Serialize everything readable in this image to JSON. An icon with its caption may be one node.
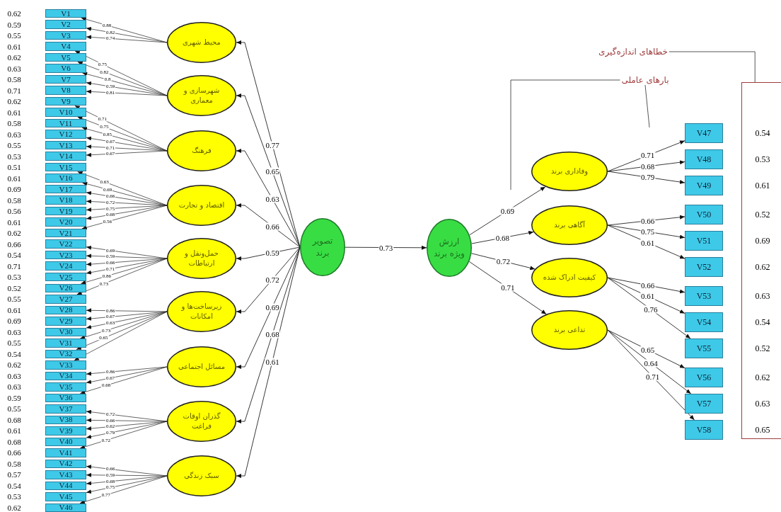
{
  "diagram": {
    "nodes": [
      {
        "text": [
          "V1"
        ]
      },
      {
        "text": [
          "V2"
        ]
      },
      {
        "text": [
          "V3"
        ]
      },
      {
        "text": [
          "V4"
        ]
      },
      {
        "text": [
          "V5"
        ]
      },
      {
        "text": [
          "V6"
        ]
      },
      {
        "text": [
          "V7"
        ]
      },
      {
        "text": [
          "V8"
        ]
      },
      {
        "text": [
          "V9"
        ]
      },
      {
        "text": [
          "V10"
        ]
      },
      {
        "text": [
          "V11"
        ]
      },
      {
        "text": [
          "V12"
        ]
      },
      {
        "text": [
          "V13"
        ]
      },
      {
        "text": [
          "V14"
        ]
      },
      {
        "text": [
          "V15"
        ]
      },
      {
        "text": [
          "V16"
        ]
      },
      {
        "text": [
          "V17"
        ]
      },
      {
        "text": [
          "V18"
        ]
      },
      {
        "text": [
          "V19"
        ]
      },
      {
        "text": [
          "V20"
        ]
      },
      {
        "text": [
          "V21"
        ]
      },
      {
        "text": [
          "V22"
        ]
      },
      {
        "text": [
          "V23"
        ]
      },
      {
        "text": [
          "V24"
        ]
      },
      {
        "text": [
          "V25"
        ]
      },
      {
        "text": [
          "V26"
        ]
      },
      {
        "text": [
          "V27"
        ]
      },
      {
        "text": [
          "V28"
        ]
      },
      {
        "text": [
          "V29"
        ]
      },
      {
        "text": [
          "V30"
        ]
      },
      {
        "text": [
          "V31"
        ]
      },
      {
        "text": [
          "V32"
        ]
      },
      {
        "text": [
          "V33"
        ]
      },
      {
        "text": [
          "V34"
        ]
      },
      {
        "text": [
          "V35"
        ]
      },
      {
        "text": [
          "V36"
        ]
      },
      {
        "text": [
          "V37"
        ]
      },
      {
        "text": [
          "V38"
        ]
      },
      {
        "text": [
          "V39"
        ]
      },
      {
        "text": [
          "V40"
        ]
      },
      {
        "text": [
          "V41"
        ]
      },
      {
        "text": [
          "V42"
        ]
      },
      {
        "text": [
          "V43"
        ]
      },
      {
        "text": [
          "V44"
        ]
      },
      {
        "text": [
          "V45"
        ]
      },
      {
        "text": [
          "V46"
        ]
      },
      {
        "text": [
          "محیط شهری"
        ]
      },
      {
        "text": [
          "شهرسازی و معماری"
        ]
      },
      {
        "text": [
          "فرهنگ"
        ]
      },
      {
        "text": [
          "اقتصاد و تجارت"
        ]
      },
      {
        "text": [
          "حمل‌ونقل و ارتباطات"
        ]
      },
      {
        "text": [
          "زیرساخت‌ها و امکانات"
        ]
      },
      {
        "text": [
          "مسائل اجتماعی"
        ]
      },
      {
        "text": [
          "گذران اوقات فراغت"
        ]
      },
      {
        "text": [
          "سبک زندگی"
        ]
      },
      {
        "text": [
          "تصویر برند"
        ]
      },
      {
        "text": [
          "ارزش ویژه برند"
        ]
      },
      {
        "text": [
          "وفاداری برند"
        ]
      },
      {
        "text": [
          "آگاهی برند"
        ]
      },
      {
        "text": [
          "کیفیت ادراک شده"
        ]
      },
      {
        "text": [
          "تداعی برند"
        ]
      },
      {
        "text": [
          "V47"
        ]
      },
      {
        "text": [
          "V48"
        ]
      },
      {
        "text": [
          "V49"
        ]
      },
      {
        "text": [
          "V50"
        ]
      },
      {
        "text": [
          "V51"
        ]
      },
      {
        "text": [
          "V52"
        ]
      },
      {
        "text": [
          "V53"
        ]
      },
      {
        "text": [
          "V54"
        ]
      },
      {
        "text": [
          "V55"
        ]
      },
      {
        "text": [
          "V56"
        ]
      },
      {
        "text": [
          "V57"
        ]
      },
      {
        "text": [
          "V58"
        ]
      },
      {
        "text": [
          "خطاهای اندازه‌گیری"
        ]
      },
      {
        "text": [
          "بارهای عاملی"
        ]
      },
      {
        "text": [],
        "shape": "box"
      }
    ],
    "edges": [
      {
        "from": 46,
        "to": 0,
        "arrow": "to",
        "label": "0.88"
      },
      {
        "from": 46,
        "to": 1,
        "arrow": "to",
        "label": "0.82"
      },
      {
        "from": 46,
        "to": 2,
        "arrow": "to",
        "label": "0.74"
      },
      {
        "from": 47,
        "to": 3,
        "arrow": "to",
        "label": "0.75"
      },
      {
        "from": 47,
        "to": 4,
        "arrow": "to",
        "label": "0.82"
      },
      {
        "from": 47,
        "to": 5,
        "arrow": "to",
        "label": "0.8"
      },
      {
        "from": 47,
        "to": 6,
        "arrow": "to",
        "label": "0.59"
      },
      {
        "from": 47,
        "to": 7,
        "arrow": "to",
        "label": "0.81"
      },
      {
        "from": 48,
        "to": 8,
        "arrow": "to",
        "label": "0.71"
      },
      {
        "from": 48,
        "to": 9,
        "arrow": "to",
        "label": "0.75"
      },
      {
        "from": 48,
        "to": 10,
        "arrow": "to",
        "label": "0.85"
      },
      {
        "from": 48,
        "to": 11,
        "arrow": "to",
        "label": "0.67"
      },
      {
        "from": 48,
        "to": 12,
        "arrow": "to",
        "label": "0.71"
      },
      {
        "from": 48,
        "to": 13,
        "arrow": "to",
        "label": "0.67"
      },
      {
        "from": 49,
        "to": 14,
        "arrow": "to",
        "label": "0.63"
      },
      {
        "from": 49,
        "to": 15,
        "arrow": "to",
        "label": "0.69"
      },
      {
        "from": 49,
        "to": 16,
        "arrow": "to",
        "label": "0.66"
      },
      {
        "from": 49,
        "to": 17,
        "arrow": "to",
        "label": "0.72"
      },
      {
        "from": 49,
        "to": 18,
        "arrow": "to",
        "label": "0.75"
      },
      {
        "from": 49,
        "to": 19,
        "arrow": "to",
        "label": "0.68"
      },
      {
        "from": 49,
        "to": 20,
        "arrow": "to",
        "label": "0.56"
      },
      {
        "from": 50,
        "to": 21,
        "arrow": "to",
        "label": "0.69"
      },
      {
        "from": 50,
        "to": 22,
        "arrow": "to",
        "label": "0.59"
      },
      {
        "from": 50,
        "to": 23,
        "arrow": "to",
        "label": "0.66"
      },
      {
        "from": 50,
        "to": 24,
        "arrow": "to",
        "label": "0.71"
      },
      {
        "from": 50,
        "to": 25,
        "arrow": "to",
        "label": "0.86"
      },
      {
        "from": 50,
        "to": 26,
        "arrow": "to",
        "label": "0.73"
      },
      {
        "from": 51,
        "to": 27,
        "arrow": "to",
        "label": "0.86"
      },
      {
        "from": 51,
        "to": 28,
        "arrow": "to",
        "label": "0.67"
      },
      {
        "from": 51,
        "to": 29,
        "arrow": "to",
        "label": "0.63"
      },
      {
        "from": 51,
        "to": 30,
        "arrow": "to",
        "label": "0.73"
      },
      {
        "from": 51,
        "to": 31,
        "arrow": "to",
        "label": "0.65"
      },
      {
        "from": 51,
        "to": 32,
        "arrow": "to"
      },
      {
        "from": 52,
        "to": 33,
        "arrow": "to",
        "label": "0.86"
      },
      {
        "from": 52,
        "to": 34,
        "arrow": "to",
        "label": "0.67"
      },
      {
        "from": 52,
        "to": 35,
        "arrow": "to",
        "label": "0.68"
      },
      {
        "from": 53,
        "to": 36,
        "arrow": "to",
        "label": "0.72"
      },
      {
        "from": 53,
        "to": 37,
        "arrow": "to",
        "label": "0.66"
      },
      {
        "from": 53,
        "to": 38,
        "arrow": "to",
        "label": "0.62"
      },
      {
        "from": 53,
        "to": 39,
        "arrow": "to",
        "label": "0.79"
      },
      {
        "from": 53,
        "to": 40,
        "arrow": "to",
        "label": "0.72"
      },
      {
        "from": 54,
        "to": 41,
        "arrow": "to",
        "label": "0.66"
      },
      {
        "from": 54,
        "to": 42,
        "arrow": "to",
        "label": "0.59"
      },
      {
        "from": 54,
        "to": 43,
        "arrow": "to",
        "label": "0.68"
      },
      {
        "from": 54,
        "to": 44,
        "arrow": "to",
        "label": "0.75"
      },
      {
        "from": 54,
        "to": 45,
        "arrow": "to",
        "label": "0.77"
      },
      {
        "from": 55,
        "to": 46,
        "arrow": "to",
        "label": "0.77"
      },
      {
        "from": 55,
        "to": 47,
        "arrow": "to",
        "label": "0.65"
      },
      {
        "from": 55,
        "to": 48,
        "arrow": "to",
        "label": "0.63"
      },
      {
        "from": 55,
        "to": 49,
        "arrow": "to",
        "label": "0.66"
      },
      {
        "from": 55,
        "to": 50,
        "arrow": "to",
        "label": "0.59"
      },
      {
        "from": 55,
        "to": 51,
        "arrow": "to",
        "label": "0.72"
      },
      {
        "from": 55,
        "to": 52,
        "arrow": "to",
        "label": "0.69"
      },
      {
        "from": 55,
        "to": 53,
        "arrow": "to",
        "label": "0.68"
      },
      {
        "from": 55,
        "to": 54,
        "arrow": "to",
        "label": "0.61"
      },
      {
        "from": 55,
        "to": 56,
        "arrow": "to",
        "label": "0.73"
      },
      {
        "from": 56,
        "to": 57,
        "arrow": "to",
        "label": "0.69"
      },
      {
        "from": 56,
        "to": 58,
        "arrow": "to",
        "label": "0.68"
      },
      {
        "from": 56,
        "to": 59,
        "arrow": "to",
        "label": "0.72"
      },
      {
        "from": 56,
        "to": 60,
        "arrow": "to",
        "label": "0.71"
      },
      {
        "from": 57,
        "to": 61,
        "arrow": "to",
        "label": "0.71"
      },
      {
        "from": 57,
        "to": 62,
        "arrow": "to",
        "label": "0.68"
      },
      {
        "from": 57,
        "to": 63,
        "arrow": "to",
        "label": "0.79"
      },
      {
        "from": 58,
        "to": 64,
        "arrow": "to",
        "label": "0.66"
      },
      {
        "from": 58,
        "to": 65,
        "arrow": "to",
        "label": "0.75"
      },
      {
        "from": 58,
        "to": 66,
        "arrow": "to",
        "label": "0.61"
      },
      {
        "from": 59,
        "to": 67,
        "arrow": "to",
        "label": "0.66"
      },
      {
        "from": 59,
        "to": 68,
        "arrow": "to",
        "label": "0.61"
      },
      {
        "from": 59,
        "to": 69,
        "arrow": "to",
        "label": "0.76"
      },
      {
        "from": 60,
        "to": 70,
        "arrow": "to",
        "label": "0.65"
      },
      {
        "from": 60,
        "to": 71,
        "arrow": "to",
        "label": "0.64"
      },
      {
        "from": 60,
        "to": 72,
        "arrow": "to",
        "label": "0.71"
      },
      {
        "from": 73,
        "to": 75,
        "arrow": "none"
      },
      {
        "from": 74,
        "to": null,
        "arrow": "none"
      },
      {
        "from": 74,
        "to": null,
        "arrow": "none"
      }
    ],
    "labels": [
      "0.62",
      "0.59",
      "0.55",
      "0.61",
      "0.62",
      "0.63",
      "0.58",
      "0.71",
      "0.62",
      "0.61",
      "0.58",
      "0.63",
      "0.55",
      "0.53",
      "0.51",
      "0.61",
      "0.69",
      "0.58",
      "0.56",
      "0.61",
      "0.62",
      "0.66",
      "0.54",
      "0.71",
      "0.53",
      "0.52",
      "0.55",
      "0.61",
      "0.69",
      "0.63",
      "0.55",
      "0.54",
      "0.62",
      "0.63",
      "0.63",
      "0.59",
      "0.55",
      "0.68",
      "0.61",
      "0.68",
      "0.66",
      "0.58",
      "0.57",
      "0.54",
      "0.53",
      "0.62",
      "0.54",
      "0.53",
      "0.61",
      "0.52",
      "0.69",
      "0.62",
      "0.63",
      "0.54",
      "0.52",
      "0.62",
      "0.63",
      "0.65"
    ]
  }
}
